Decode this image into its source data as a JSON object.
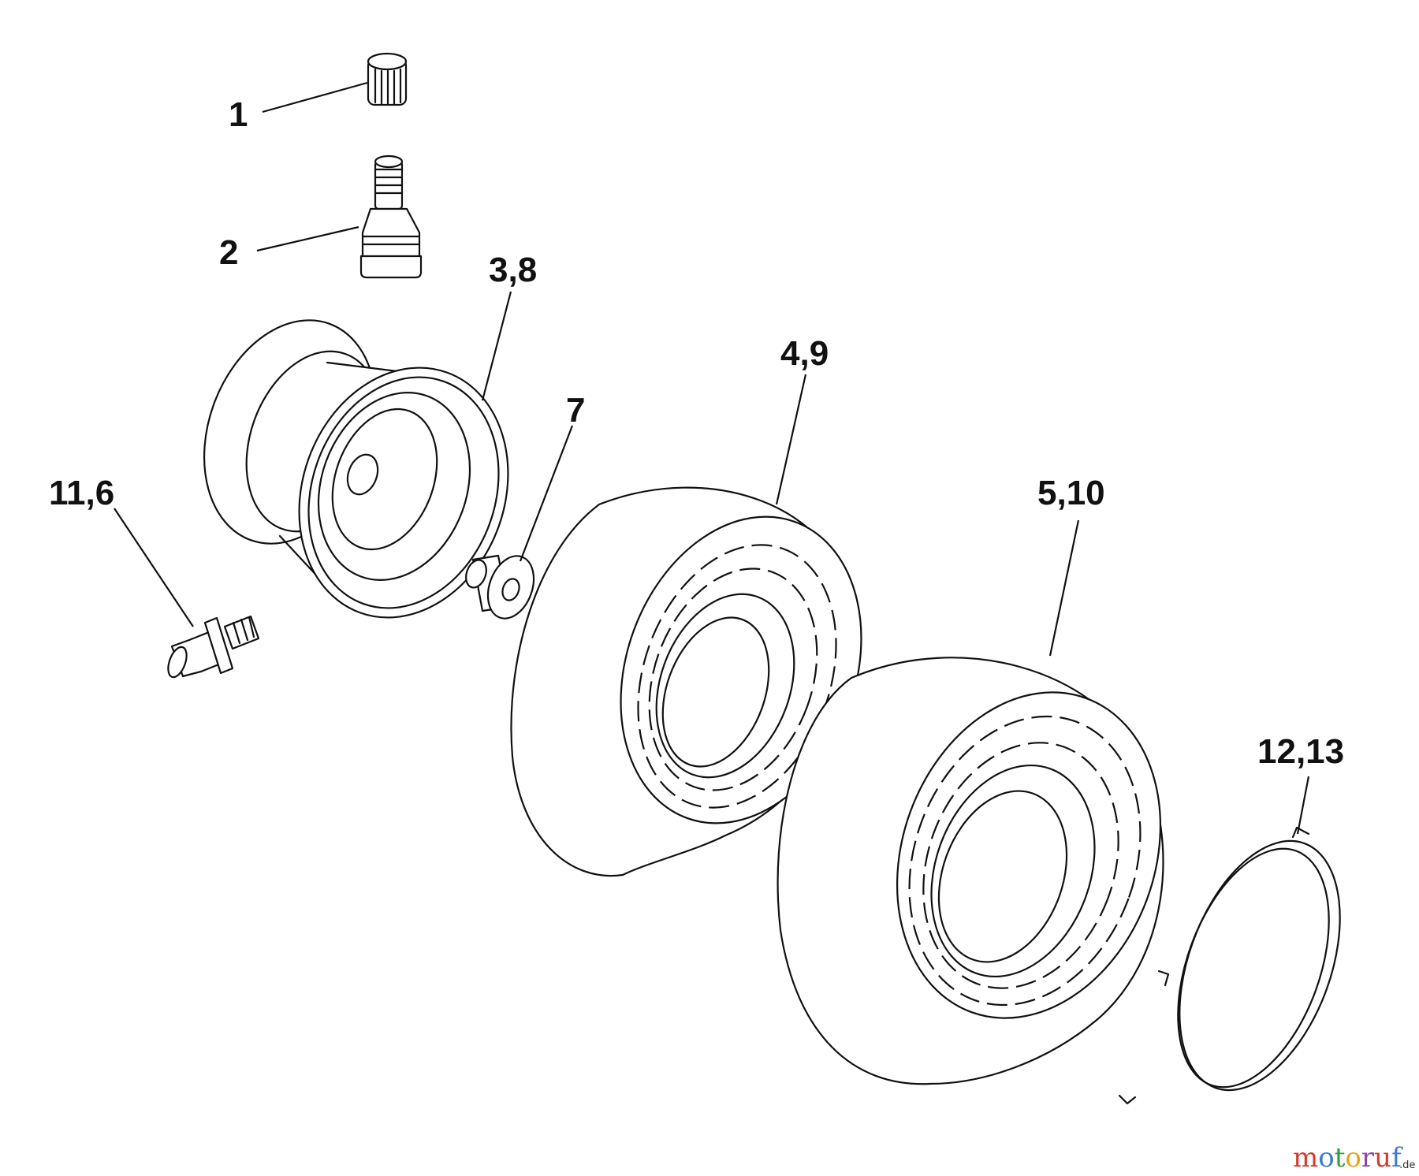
{
  "diagram": {
    "labels": {
      "valve_cap": "1",
      "valve_stem": "2",
      "rim": "3,8",
      "tire_front": "4,9",
      "tire_rear": "5,10",
      "bushing": "7",
      "grease_fitting": "11,6",
      "hub_cap": "12,13"
    }
  },
  "watermark": {
    "letters": [
      "m",
      "o",
      "t",
      "o",
      "r",
      "u",
      "f"
    ],
    "suffix": ".de",
    "colors": [
      "#d33a2c",
      "#3a7bd5",
      "#2e9e3a",
      "#e8a317",
      "#8e44ad",
      "#d33a2c",
      "#3a7bd5"
    ]
  }
}
